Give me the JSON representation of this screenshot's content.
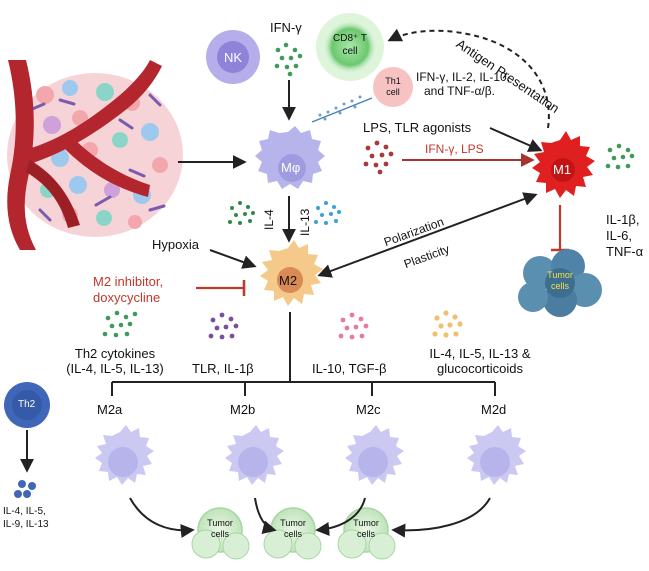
{
  "labels": {
    "nk": "NK",
    "ifn_gamma_top": "IFN-γ",
    "cd8_line1": "CD8⁺ T",
    "cd8_line2": "cell",
    "th1_line1": "Th1",
    "th1_line2": "cell",
    "th1_cytokines_line1": "IFN-γ, IL-2, IL-10,",
    "th1_cytokines_line2": "and TNF-α/β.",
    "antigen_presentation": "Antigen Presentation",
    "lps_tlr": "LPS,  TLR agonists",
    "ifn_lps": "IFN-γ, LPS",
    "mphi": "Mφ",
    "m1": "M1",
    "m1_cytokines_1": "IL-1β,",
    "m1_cytokines_2": "IL-6,",
    "m1_cytokines_3": "TNF-α",
    "il4": "IL-4",
    "il13": "IL-13",
    "hypoxia": "Hypoxia",
    "m2_inhibitor_line1": "M2 inhibitor,",
    "m2_inhibitor_line2": "doxycycline",
    "m2": "M2",
    "polarization": "Polarization",
    "plasticity": "Plasticity",
    "tumor_cells_line1": "Tumor",
    "tumor_cells_line2": "cells",
    "th2_cytokines_line1": "Th2 cytokines",
    "th2_cytokines_line2": "(IL-4, IL-5,  IL-13)",
    "tlr_il1b": "TLR, IL-1β",
    "il10_tgfb": "IL-10, TGF-β",
    "m2d_stim_line1": "IL-4, IL-5,  IL-13 &",
    "m2d_stim_line2": "glucocorticoids",
    "m2a": "M2a",
    "m2b": "M2b",
    "m2c": "M2c",
    "m2d": "M2d",
    "th2": "Th2",
    "th2_out_line1": "IL-4, IL-5,",
    "th2_out_line2": "IL-9, IL-13"
  },
  "colors": {
    "vessel": "#b3262d",
    "vessel_dark": "#7e1a20",
    "nk": "#a99be0",
    "macrophage": "#b6b4ea",
    "macrophage_dark": "#8e8bd6",
    "m1": "#e02020",
    "m2": "#f5c98a",
    "m2_nucleus": "#d98a55",
    "cd8": "#7ad17e",
    "th1": "#f7b9b9",
    "th2": "#3f66b8",
    "tumor": "#5b8fb0",
    "tumor_green": "#cfeccf",
    "inhibit_red": "#c0392b",
    "arrow": "#222222"
  },
  "icons": [
    "blood-vessel-icon",
    "nk-cell-icon",
    "cd8-t-cell-icon",
    "th1-cell-icon",
    "macrophage-icon",
    "m1-macrophage-icon",
    "m2-macrophage-icon",
    "tumor-cells-icon",
    "th2-cell-icon",
    "cytokine-dots-icon"
  ]
}
